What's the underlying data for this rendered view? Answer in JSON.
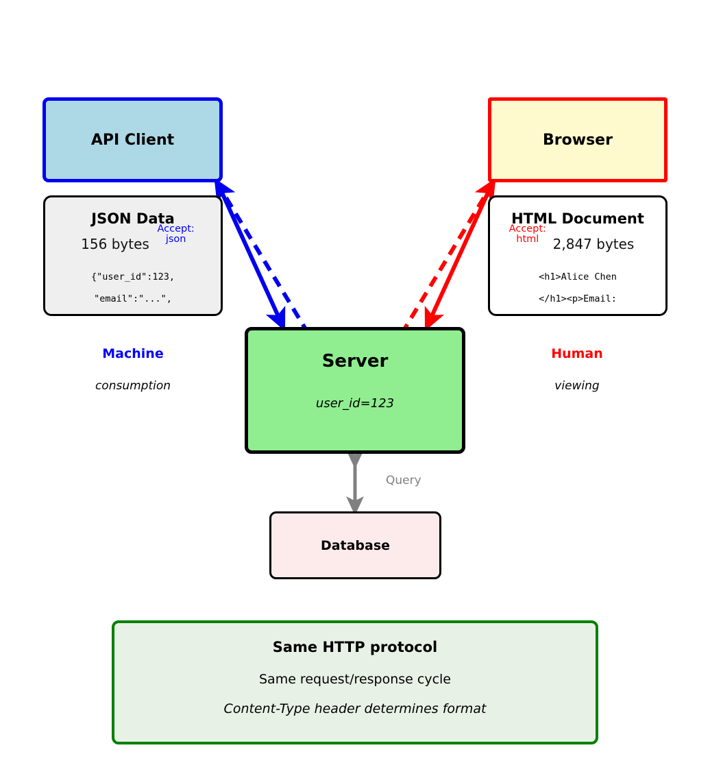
{
  "diagram": {
    "nodes": {
      "api_client": {
        "label": "API Client"
      },
      "browser": {
        "label": "Browser"
      },
      "json_data": {
        "title": "JSON Data",
        "size": "156 bytes",
        "accept_line1": "Accept:",
        "accept_line2": "json",
        "code_line1": "{\"user_id\":123,",
        "code_line2": "  \"email\":\"...\","
      },
      "html_document": {
        "title": "HTML Document",
        "size": "2,847 bytes",
        "accept_line1": "Accept:",
        "accept_line2": "html",
        "code_line1": "<h1>Alice Chen",
        "code_line2": "</h1><p>Email:"
      },
      "server": {
        "title": "Server",
        "detail": "user_id=123"
      },
      "database": {
        "label": "Database"
      }
    },
    "captions": {
      "machine": {
        "main": "Machine",
        "sub": "consumption"
      },
      "human": {
        "main": "Human",
        "sub": "viewing"
      }
    },
    "edges": {
      "query_label": "Query"
    },
    "summary": {
      "title": "Same HTTP protocol",
      "line": "Same request/response cycle",
      "note": "Content-Type header determines format"
    },
    "colors": {
      "machine_accent": "#0000ff",
      "human_accent": "#ff0000",
      "server_fill": "#90ee90",
      "api_client_fill": "#add8e6",
      "browser_fill": "#fffacd",
      "database_fill": "#fdebec",
      "summary_border": "#008000",
      "query_arrow": "#808080"
    }
  }
}
